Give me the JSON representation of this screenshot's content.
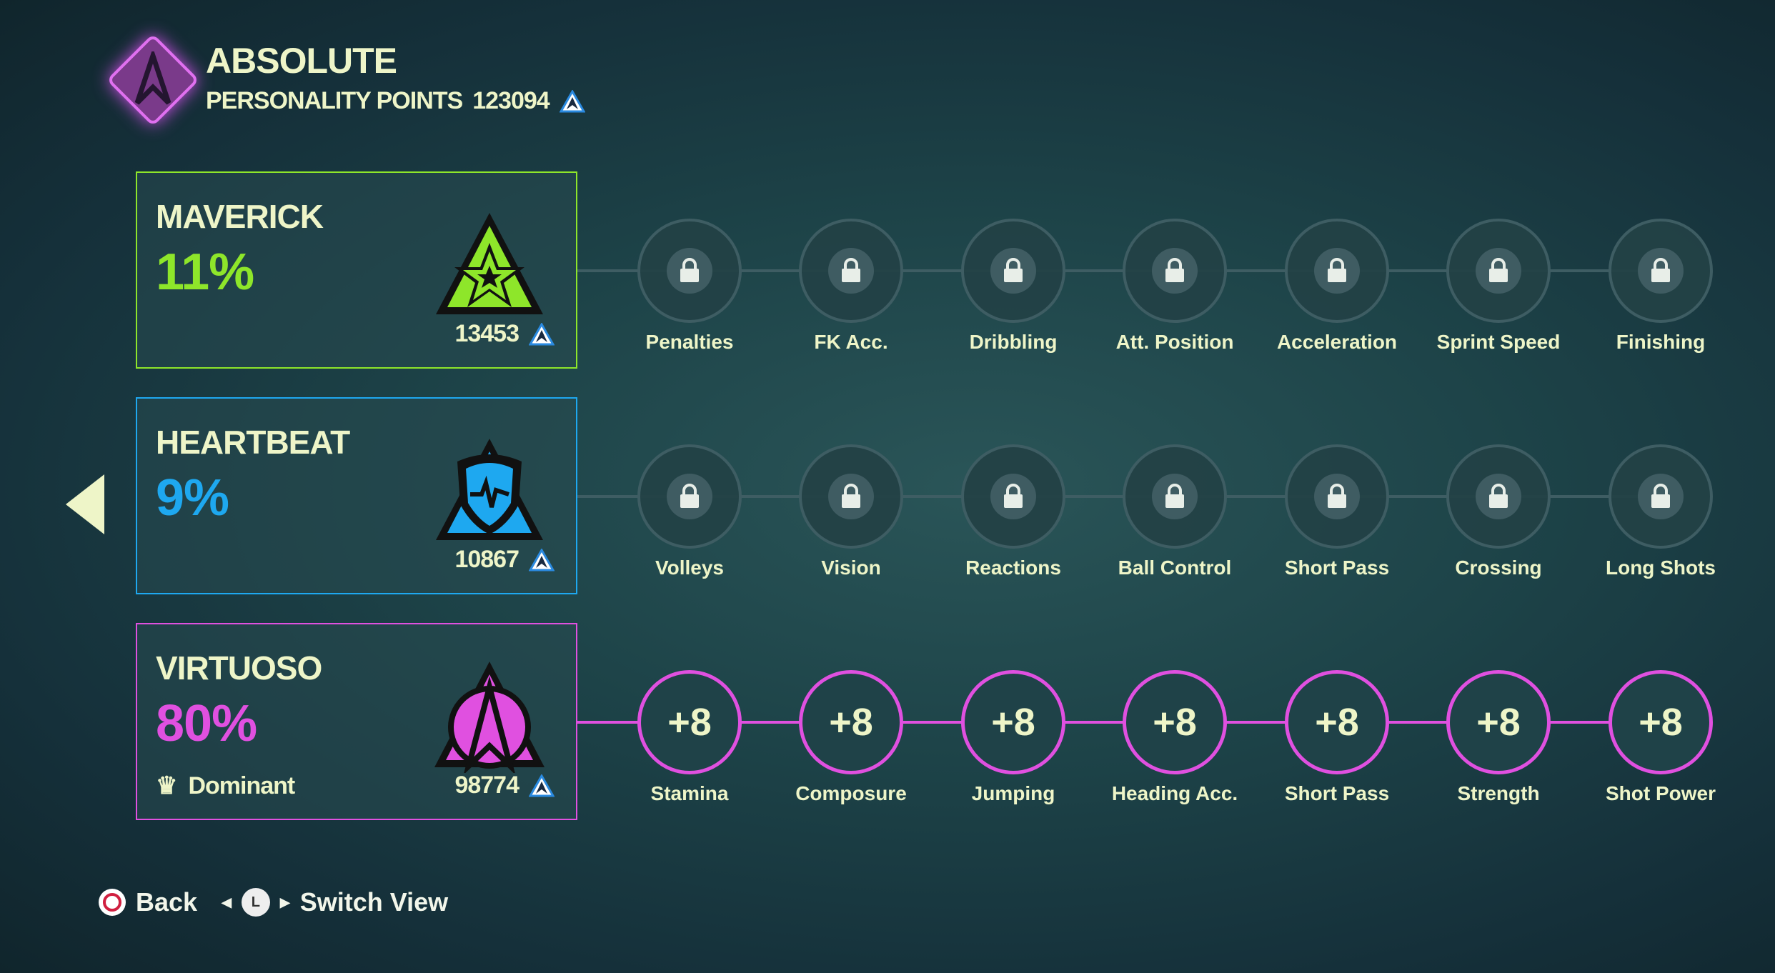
{
  "header": {
    "title": "ABSOLUTE",
    "points_label": "PERSONALITY POINTS",
    "points_value": "123094"
  },
  "colors": {
    "maverick": "#8ee62a",
    "heartbeat": "#1ea8f0",
    "virtuoso": "#e050e0",
    "text": "#eef5c8"
  },
  "personalities": [
    {
      "name": "MAVERICK",
      "percent": "11%",
      "points": "13453",
      "color": "#8ee62a",
      "icon": "star-triangle-emblem",
      "unlocked": false,
      "attributes": [
        "Penalties",
        "FK Acc.",
        "Dribbling",
        "Att. Position",
        "Acceleration",
        "Sprint Speed",
        "Finishing"
      ]
    },
    {
      "name": "HEARTBEAT",
      "percent": "9%",
      "points": "10867",
      "color": "#1ea8f0",
      "icon": "shield-heartbeat-emblem",
      "unlocked": false,
      "attributes": [
        "Volleys",
        "Vision",
        "Reactions",
        "Ball Control",
        "Short Pass",
        "Crossing",
        "Long Shots"
      ]
    },
    {
      "name": "VIRTUOSO",
      "percent": "80%",
      "points": "98774",
      "color": "#e050e0",
      "icon": "arrow-circle-emblem",
      "unlocked": true,
      "badge": "Dominant",
      "boost": "+8",
      "attributes": [
        "Stamina",
        "Composure",
        "Jumping",
        "Heading Acc.",
        "Short Pass",
        "Strength",
        "Shot Power"
      ]
    }
  ],
  "footer": {
    "back_label": "Back",
    "switch_label": "Switch View",
    "stick_label": "L"
  }
}
